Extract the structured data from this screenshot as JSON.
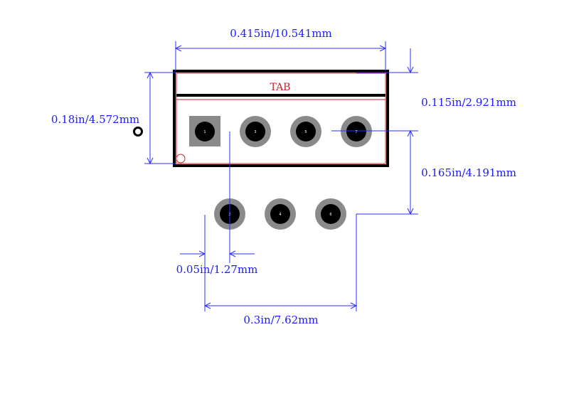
{
  "footprint": {
    "tab_label": "TAB",
    "pins": [
      {
        "number": "1",
        "shape": "square"
      },
      {
        "number": "2",
        "shape": "round"
      },
      {
        "number": "3",
        "shape": "round"
      },
      {
        "number": "4",
        "shape": "round"
      },
      {
        "number": "5",
        "shape": "round"
      },
      {
        "number": "6",
        "shape": "round"
      },
      {
        "number": "7",
        "shape": "round"
      }
    ]
  },
  "dimensions": {
    "body_width": "0.415in/10.541mm",
    "body_height": "0.18in/4.572mm",
    "tab_offset": "0.115in/2.921mm",
    "row_spacing": "0.165in/4.191mm",
    "pin_pitch": "0.05in/1.27mm",
    "row_span": "0.3in/7.62mm"
  },
  "colors": {
    "dimension": "#2e2eff",
    "silkscreen": "#cc1f2e",
    "outline": "#000000",
    "pad": "#8a8a8a",
    "drill": "#000000"
  }
}
